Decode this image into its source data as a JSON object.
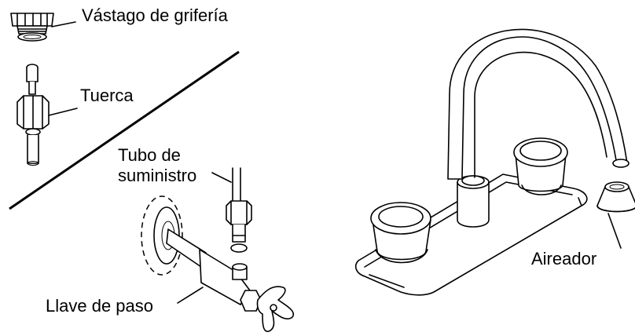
{
  "labels": {
    "stem": "Vástago de grifería",
    "nut": "Tuerca",
    "supply_line_1": "Tubo de",
    "supply_line_2": "suministro",
    "shutoff_valve": "Llave de paso",
    "aerator": "Aireador"
  },
  "colors": {
    "line": "#000000",
    "background": "#ffffff"
  }
}
